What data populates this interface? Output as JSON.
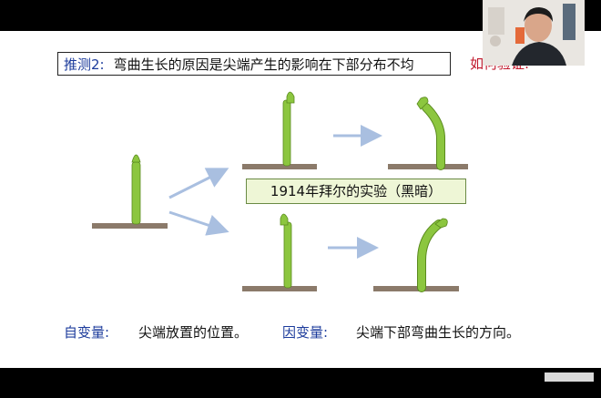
{
  "hypothesis": {
    "prefix": "推测2",
    "colon": ":",
    "text": "弯曲生长的原因是尖端产生的影响在下部分布不均"
  },
  "verify_label": "如何验证:",
  "experiment_label": "1914年拜尔的实验（黑暗）",
  "bottom": {
    "independent_label": "自变量",
    "independent_colon": ":",
    "independent_value": "尖端放置的位置。",
    "dependent_label": "因变量",
    "dependent_colon": ":",
    "dependent_value": "尖端下部弯曲生长的方向。"
  },
  "colors": {
    "shoot_green": "#8cc63f",
    "shoot_outline": "#5a8a1e",
    "soil": "#8b7a6a",
    "arrow": "#a9bfe0",
    "accent_blue": "#1d3c9c",
    "accent_red": "#c0182b",
    "box_fill": "#eef6d6"
  },
  "icons": {
    "webcam": "presenter-webcam-video"
  }
}
